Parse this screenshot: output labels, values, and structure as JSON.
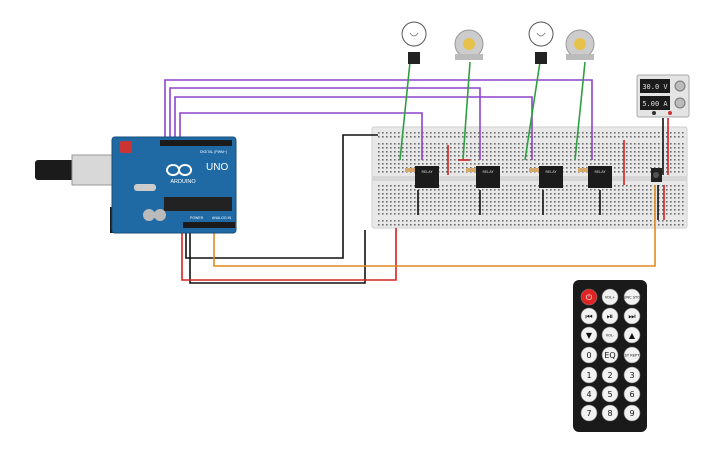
{
  "arduino": {
    "brand": "ARDUINO",
    "model": "UNO",
    "digital_label": "DIGITAL (PWM~)",
    "power_label": "POWER",
    "analog_label": "ANALOG IN"
  },
  "power_supply": {
    "voltage": "30.0 V",
    "current": "5.00 A"
  },
  "relays": [
    {
      "label": "RELAY"
    },
    {
      "label": "RELAY"
    },
    {
      "label": "RELAY"
    },
    {
      "label": "RELAY"
    }
  ],
  "remote": {
    "buttons": [
      {
        "name": "power-button",
        "label": "⏻",
        "color": "#e02424"
      },
      {
        "name": "vol-up-button",
        "label": "VOL+"
      },
      {
        "name": "func-stop-button",
        "label": "FUNC STOP"
      },
      {
        "name": "prev-button",
        "label": "⏮"
      },
      {
        "name": "play-pause-button",
        "label": "⏯"
      },
      {
        "name": "next-button",
        "label": "⏭"
      },
      {
        "name": "down-button",
        "label": "▼"
      },
      {
        "name": "vol-down-button",
        "label": "VOL-"
      },
      {
        "name": "up-button",
        "label": "▲"
      },
      {
        "name": "zero-button",
        "label": "0"
      },
      {
        "name": "eq-button",
        "label": "EQ"
      },
      {
        "name": "st-rept-button",
        "label": "ST REPT"
      },
      {
        "name": "one-button",
        "label": "1"
      },
      {
        "name": "two-button",
        "label": "2"
      },
      {
        "name": "three-button",
        "label": "3"
      },
      {
        "name": "four-button",
        "label": "4"
      },
      {
        "name": "five-button",
        "label": "5"
      },
      {
        "name": "six-button",
        "label": "6"
      },
      {
        "name": "seven-button",
        "label": "7"
      },
      {
        "name": "eight-button",
        "label": "8"
      },
      {
        "name": "nine-button",
        "label": "9"
      }
    ]
  },
  "colors": {
    "purple": "#8e44c9",
    "green": "#2ea043",
    "red": "#d62020",
    "black": "#111111",
    "orange": "#e08a1e",
    "board": "#1f6aa5"
  }
}
